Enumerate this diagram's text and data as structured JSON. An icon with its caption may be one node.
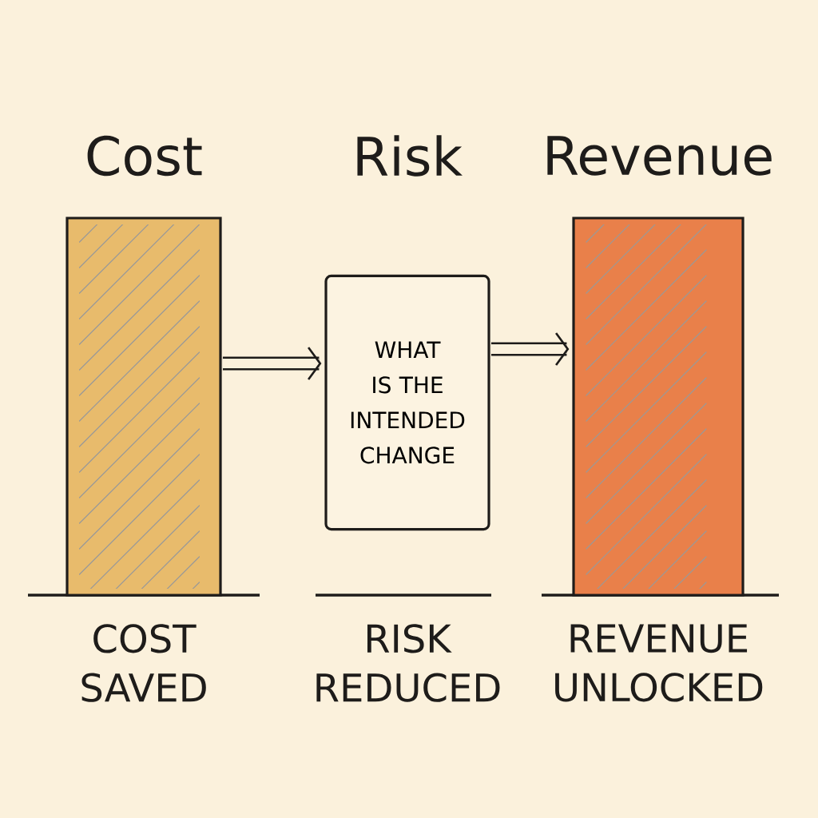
{
  "diagram": {
    "nodes": [
      {
        "text": [
          "Cost"
        ],
        "beside": [
          "COST SAVED"
        ]
      },
      {
        "text": [
          "Risk",
          "WHAT IS THE INTENDED CHANGE"
        ],
        "beside": [
          "RISK REDUCED"
        ]
      },
      {
        "text": [
          "Revenue"
        ],
        "beside": [
          "REVENUE UNLOCKED"
        ]
      }
    ],
    "edges": [
      {
        "from": 0,
        "to": 1,
        "arrow": "to"
      },
      {
        "from": 1,
        "to": 2,
        "arrow": "to"
      }
    ]
  }
}
